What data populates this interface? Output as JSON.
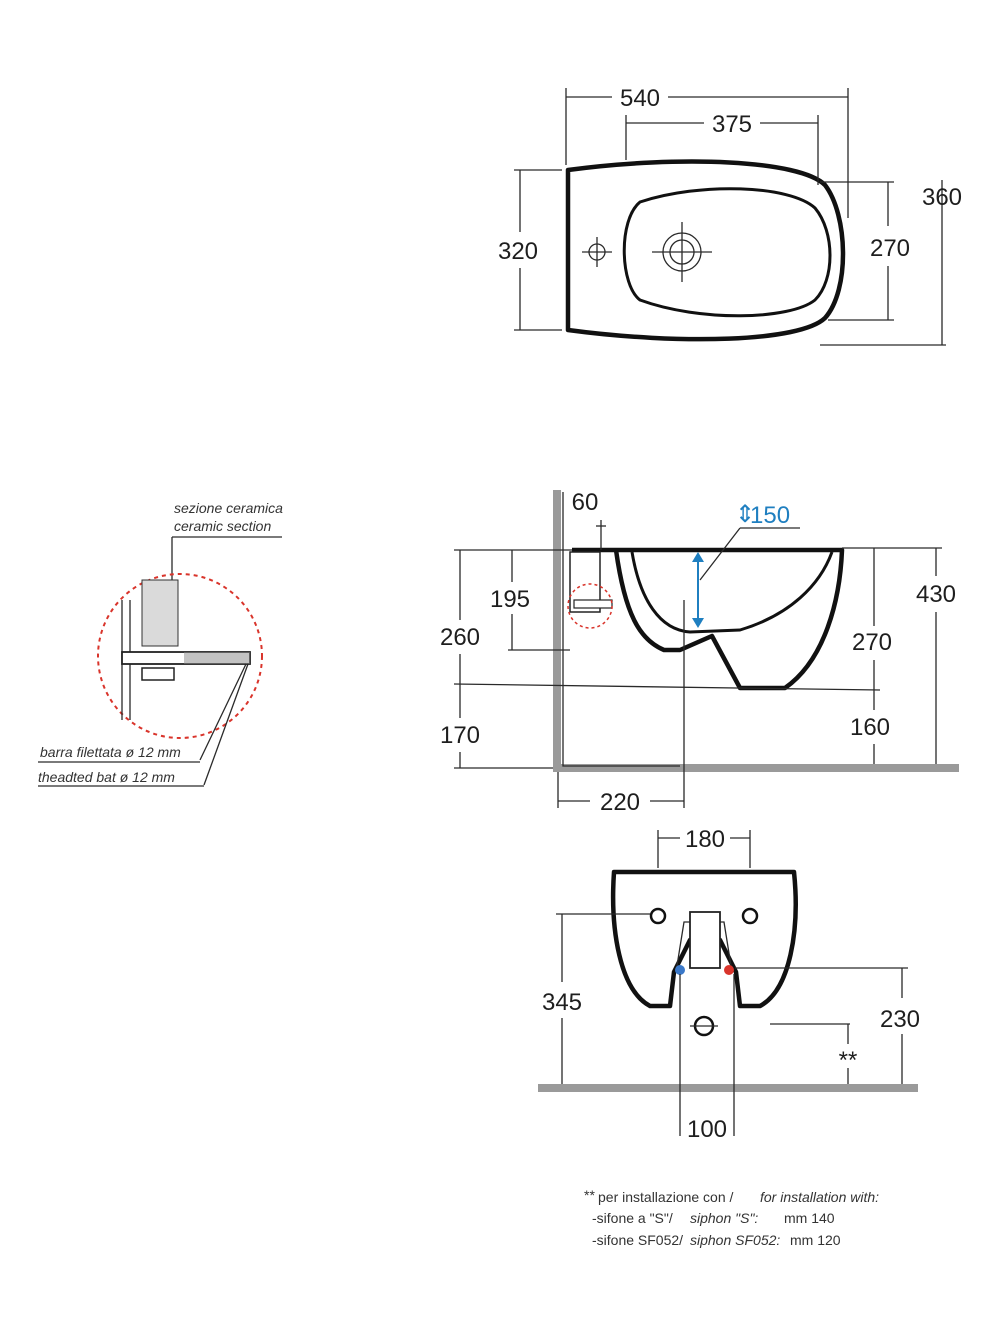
{
  "top_view": {
    "width": "540",
    "inner_width": "375",
    "depth_left": "320",
    "depth_right": "360",
    "bowl_depth": "270"
  },
  "side_view": {
    "wall_gap": "60",
    "adjust": "150",
    "height_230": "195",
    "height_260": "260",
    "height_170": "170",
    "height_430": "430",
    "height_270": "270",
    "height_160": "160",
    "depth_220": "220"
  },
  "front_view": {
    "bolt_spacing": "180",
    "height_345": "345",
    "height_230": "230",
    "stars": "**",
    "waste_width": "100"
  },
  "detail": {
    "section_it": "sezione ceramica",
    "section_en": "ceramic section",
    "rod_it": "barra filettata ø 12 mm",
    "rod_en": "theadted bat ø 12 mm"
  },
  "footnote": {
    "marker": "**",
    "line1_it": "per installazione con /",
    "line1_en": "for installation with:",
    "line2_it": "-sifone a \"S\"/",
    "line2_en": "siphon \"S\":",
    "line2_val": "mm 140",
    "line3_it": "-sifone SF052/",
    "line3_en": "siphon SF052:",
    "line3_val": "mm 120"
  },
  "colors": {
    "blue": "#1f7fc0",
    "red_detail": "#d9342b",
    "floor": "#9a9a9a"
  }
}
